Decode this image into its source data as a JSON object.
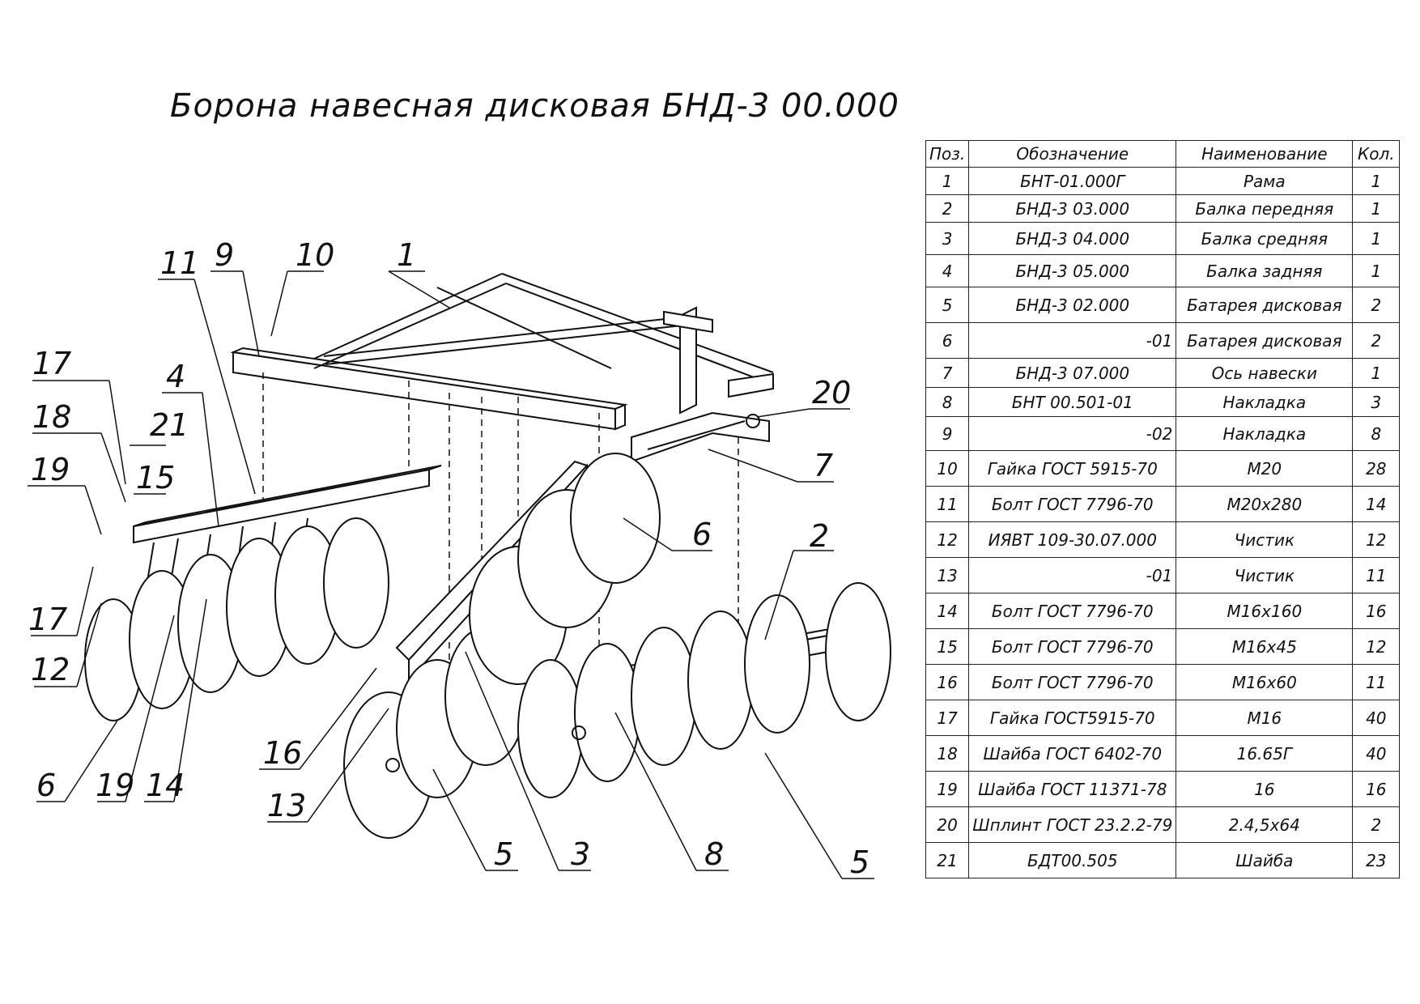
{
  "title": "Борона навесная дисковая БНД-3 00.000",
  "table": {
    "headers": [
      "Поз.",
      "Обозначение",
      "Наименование",
      "Кол."
    ],
    "rows": [
      {
        "pos": "1",
        "designation": "БНТ-01.000Г",
        "name": "Рама",
        "qty": "1",
        "h": 34
      },
      {
        "pos": "2",
        "designation": "БНД-3 03.000",
        "name": "Балка передняя",
        "qty": "1",
        "h": 34
      },
      {
        "pos": "3",
        "designation": "БНД-3 04.000",
        "name": "Балка средняя",
        "qty": "1",
        "h": 40
      },
      {
        "pos": "4",
        "designation": "БНД-3 05.000",
        "name": "Балка задняя",
        "qty": "1",
        "h": 40
      },
      {
        "pos": "5",
        "designation": "БНД-3 02.000",
        "name": "Батарея дисковая",
        "qty": "2",
        "h": 44
      },
      {
        "pos": "6",
        "designation": "-01",
        "name": "Батарея дисковая",
        "qty": "2",
        "h": 44
      },
      {
        "pos": "7",
        "designation": "БНД-3 07.000",
        "name": "Ось навески",
        "qty": "1",
        "h": 36
      },
      {
        "pos": "8",
        "designation": "БНТ 00.501-01",
        "name": "Накладка",
        "qty": "3",
        "h": 36
      },
      {
        "pos": "9",
        "designation": "-02",
        "name": "Накладка",
        "qty": "8",
        "h": 42
      },
      {
        "pos": "10",
        "designation": "Гайка ГОСТ 5915-70",
        "name": "М20",
        "qty": "28",
        "h": 44
      },
      {
        "pos": "11",
        "designation": "Болт ГОСТ 7796-70",
        "name": "М20х280",
        "qty": "14",
        "h": 44
      },
      {
        "pos": "12",
        "designation": "ИЯВТ 109-30.07.000",
        "name": "Чистик",
        "qty": "12",
        "h": 44
      },
      {
        "pos": "13",
        "designation": "-01",
        "name": "Чистик",
        "qty": "11",
        "h": 44
      },
      {
        "pos": "14",
        "designation": "Болт ГОСТ 7796-70",
        "name": "М16х160",
        "qty": "16",
        "h": 44
      },
      {
        "pos": "15",
        "designation": "Болт ГОСТ 7796-70",
        "name": "М16х45",
        "qty": "12",
        "h": 44
      },
      {
        "pos": "16",
        "designation": "Болт ГОСТ 7796-70",
        "name": "М16х60",
        "qty": "11",
        "h": 44
      },
      {
        "pos": "17",
        "designation": "Гайка ГОСТ5915-70",
        "name": "М16",
        "qty": "40",
        "h": 44
      },
      {
        "pos": "18",
        "designation": "Шайба ГОСТ 6402-70",
        "name": "16.65Г",
        "qty": "40",
        "h": 44
      },
      {
        "pos": "19",
        "designation": "Шайба ГОСТ 11371-78",
        "name": "16",
        "qty": "16",
        "h": 44
      },
      {
        "pos": "20",
        "designation": "Шплинт ГОСТ 23.2.2-79",
        "name": "2.4,5х64",
        "qty": "2",
        "h": 44
      },
      {
        "pos": "21",
        "designation": "БДТ00.505",
        "name": "Шайба",
        "qty": "23",
        "h": 44
      }
    ]
  },
  "callouts": [
    "1",
    "2",
    "3",
    "4",
    "5",
    "5",
    "6",
    "6",
    "7",
    "8",
    "9",
    "10",
    "11",
    "12",
    "13",
    "14",
    "15",
    "16",
    "17",
    "17",
    "18",
    "19",
    "19",
    "20",
    "21"
  ]
}
